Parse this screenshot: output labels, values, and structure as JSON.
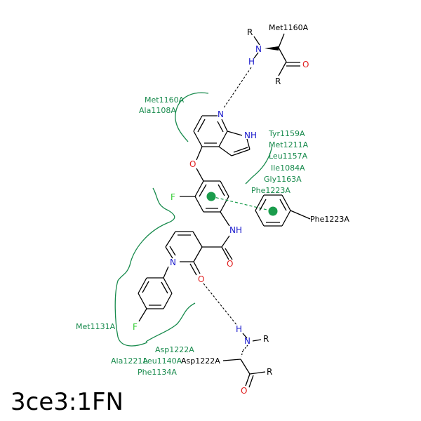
{
  "title": "3ce3:1FN",
  "colors": {
    "residue": "#178a4c",
    "nitrogen": "#1a1acc",
    "oxygen": "#e02020",
    "fluorine": "#33cc33",
    "pi_center": "#1a9c4c"
  },
  "residues": {
    "met1160_top": "Met1160A",
    "phe1223_ring": "Phe1223A",
    "asp1222_chain": "Asp1222A"
  },
  "contacts": {
    "hinge": [
      "Met1160A",
      "Ala1108A"
    ],
    "pocket": [
      "Tyr1159A",
      "Met1211A",
      "Leu1157A",
      "Ile1084A",
      "Gly1163A",
      "Phe1223A"
    ],
    "met1131": "Met1131A",
    "bottom_row1": "Asp1222A",
    "bottom_row2_a": "Ala1221A",
    "bottom_row2_b": "Leu1140A",
    "bottom_row3": "Phe1134A"
  },
  "atoms": {
    "R": "R",
    "N": "N",
    "H": "H",
    "O": "O",
    "F": "F",
    "NH": "NH"
  }
}
